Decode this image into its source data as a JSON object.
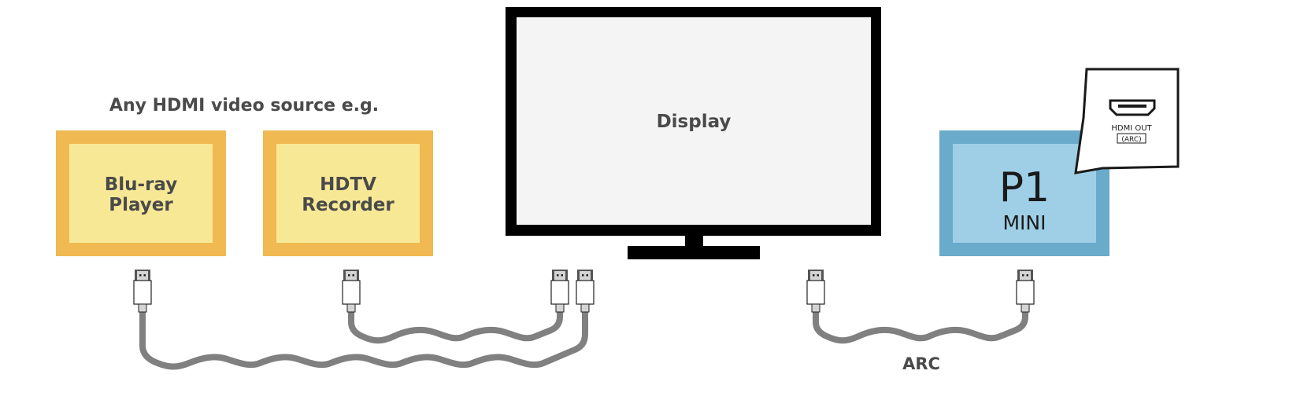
{
  "caption": "Any HDMI video source e.g.",
  "sources": [
    {
      "line1": "Blu-ray",
      "line2": "Player"
    },
    {
      "line1": "HDTV",
      "line2": "Recorder"
    }
  ],
  "display": {
    "label": "Display"
  },
  "device": {
    "name": "P1",
    "subname": "MINI"
  },
  "callout": {
    "port_label": "HDMI OUT",
    "port_sub": "(ARC)"
  },
  "cable_label": "ARC",
  "colors": {
    "source_border": "#F0B952",
    "source_fill": "#F7E896",
    "device_border": "#6AAACB",
    "device_fill": "#9FCFE6",
    "screen_fill": "#F4F4F4",
    "cable": "#808080"
  }
}
